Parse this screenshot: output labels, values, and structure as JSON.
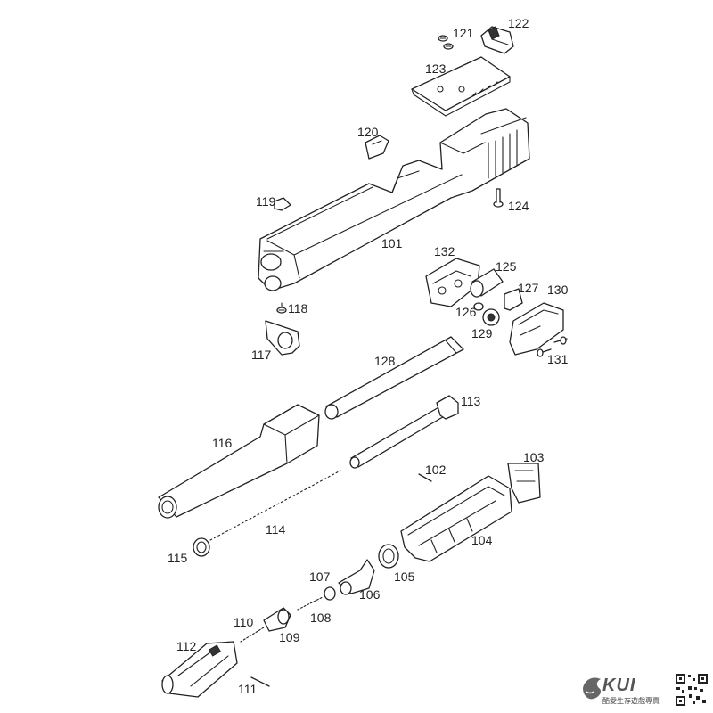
{
  "labels": {
    "l101": "101",
    "l102": "102",
    "l103": "103",
    "l104": "104",
    "l105": "105",
    "l106": "106",
    "l107": "107",
    "l108": "108",
    "l109": "109",
    "l110": "110",
    "l111": "111",
    "l112": "112",
    "l113": "113",
    "l114": "114",
    "l115": "115",
    "l116": "116",
    "l117": "117",
    "l118": "118",
    "l119": "119",
    "l120": "120",
    "l121": "121",
    "l122": "122",
    "l123": "123",
    "l124": "124",
    "l125": "125",
    "l126": "126",
    "l127": "127",
    "l128": "128",
    "l129": "129",
    "l130": "130",
    "l131": "131",
    "l132": "132"
  },
  "watermark": {
    "brand": "KUI",
    "tagline": "酷愛生存遊戲專賣"
  },
  "icons": [
    "brand-lion-logo-icon",
    "qr-code-icon"
  ],
  "colors": {
    "line": "#222222",
    "background": "#ffffff"
  }
}
